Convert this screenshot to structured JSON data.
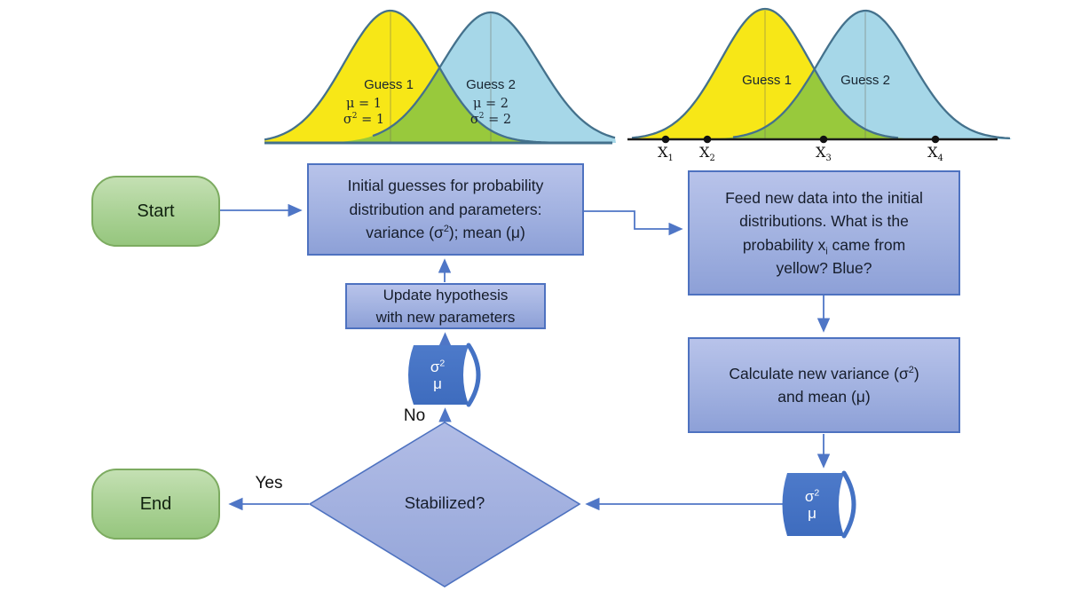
{
  "colors": {
    "arrow": "#4f76c6",
    "box_border": "#4e72c0",
    "box_fill": "#a1b1e0",
    "terminal_fill": "#a9d194",
    "storage_fill": "#4472c4",
    "curve_yellow": "#F7E717",
    "curve_blue": "#A6D7E8",
    "curve_overlap": "#98C93C",
    "curve_outline": "#44718c"
  },
  "flowchart": {
    "start": {
      "label": "Start"
    },
    "end": {
      "label": "End"
    },
    "yes_label": "Yes",
    "no_label": "No",
    "decision": {
      "label": "Stabilized?"
    },
    "initial_box": {
      "lines": [
        [
          "Initial guesses for probability"
        ],
        [
          "distribution and parameters:"
        ],
        [
          "variance (σ",
          {
            "t": "2",
            "s": "sup"
          },
          "); mean (μ)"
        ]
      ]
    },
    "feed_box": {
      "lines": [
        [
          "Feed new data into the initial"
        ],
        [
          "distributions. What is the"
        ],
        [
          "probability x",
          {
            "t": "i",
            "s": "sub"
          },
          " came from"
        ],
        [
          "yellow? Blue?"
        ]
      ]
    },
    "calc_box": {
      "lines": [
        [
          "Calculate new variance (σ",
          {
            "t": "2",
            "s": "sup"
          },
          ")"
        ],
        [
          "and mean (μ)"
        ]
      ]
    },
    "update_box": {
      "lines": [
        [
          "Update hypothesis"
        ],
        [
          "with new parameters"
        ]
      ]
    },
    "storage_left": {
      "lines": [
        [
          "σ",
          {
            "t": "2",
            "s": "sup"
          }
        ],
        [
          "μ"
        ]
      ]
    },
    "storage_right": {
      "lines": [
        [
          "σ",
          {
            "t": "2",
            "s": "sup"
          }
        ],
        [
          "μ"
        ]
      ]
    }
  },
  "charts": [
    {
      "position": "top-left",
      "labels": {
        "guess1": "Guess 1",
        "guess2": "Guess 2"
      },
      "formulas": {
        "g1_mean": [
          [
            "μ = 1"
          ]
        ],
        "g1_var": [
          [
            "σ",
            {
              "t": "2",
              "s": "sup"
            },
            " = 1"
          ]
        ],
        "g2_mean": [
          [
            "μ = 2"
          ]
        ],
        "g2_var": [
          [
            "σ",
            {
              "t": "2",
              "s": "sup"
            },
            " = 2"
          ]
        ]
      },
      "render": {
        "group": "chart0",
        "baseline": 161,
        "axis": {
          "x1": 298,
          "x2": 690,
          "color": "#44718c",
          "width": 3
        },
        "stroke": "#44718c",
        "stroke_width": 2.3,
        "mean_line_color": "rgba(110,105,90,0.5)",
        "overlap": "#98C93C",
        "curves": [
          {
            "mu": 440,
            "sigma": 52,
            "amp": 149,
            "domain": [
              298,
              642
            ],
            "fill": "#F7E717"
          },
          {
            "mu": 553,
            "sigma": 55,
            "amp": 147,
            "domain": [
              420,
              694
            ],
            "fill": "#A6D7E8"
          }
        ]
      }
    },
    {
      "position": "top-right",
      "labels": {
        "guess1": "Guess 1",
        "guess2": "Guess 2"
      },
      "render": {
        "group": "chart1",
        "baseline": 157,
        "axis": {
          "x1": 707,
          "x2": 1124,
          "color": "#1c1c1c",
          "width": 2.5
        },
        "stroke": "#44718c",
        "stroke_width": 2.3,
        "mean_line_color": "rgba(110,105,90,0.5)",
        "overlap": "#98C93C",
        "curves": [
          {
            "mu": 862,
            "sigma": 50,
            "amp": 147,
            "domain": [
              712,
              1014
            ],
            "fill": "#F7E717"
          },
          {
            "mu": 975,
            "sigma": 52,
            "amp": 145,
            "domain": [
              826,
              1140
            ],
            "fill": "#A6D7E8"
          }
        ],
        "point_color": "#111111"
      },
      "points": [
        {
          "x": 750,
          "label": [
            "X",
            {
              "t": "1",
              "s": "sub"
            }
          ]
        },
        {
          "x": 797,
          "label": [
            "X",
            {
              "t": "2",
              "s": "sub"
            }
          ]
        },
        {
          "x": 928,
          "label": [
            "X",
            {
              "t": "3",
              "s": "sub"
            }
          ]
        },
        {
          "x": 1054,
          "label": [
            "X",
            {
              "t": "4",
              "s": "sub"
            }
          ]
        }
      ]
    }
  ],
  "chart_data": [
    {
      "type": "area",
      "title": "Initial guessed distributions",
      "series": [
        {
          "name": "Guess 1",
          "distribution": "normal",
          "mu": 1,
          "sigma2": 1,
          "color": "#F7E717"
        },
        {
          "name": "Guess 2",
          "distribution": "normal",
          "mu": 2,
          "sigma2": 2,
          "color": "#A6D7E8"
        }
      ],
      "overlap_color": "#98C93C",
      "legend_position": "inside"
    },
    {
      "type": "area",
      "title": "Data points against guessed distributions",
      "series": [
        {
          "name": "Guess 1",
          "distribution": "normal",
          "color": "#F7E717"
        },
        {
          "name": "Guess 2",
          "distribution": "normal",
          "color": "#A6D7E8"
        }
      ],
      "overlap_color": "#98C93C",
      "x_points": [
        "X1",
        "X2",
        "X3",
        "X4"
      ]
    }
  ]
}
